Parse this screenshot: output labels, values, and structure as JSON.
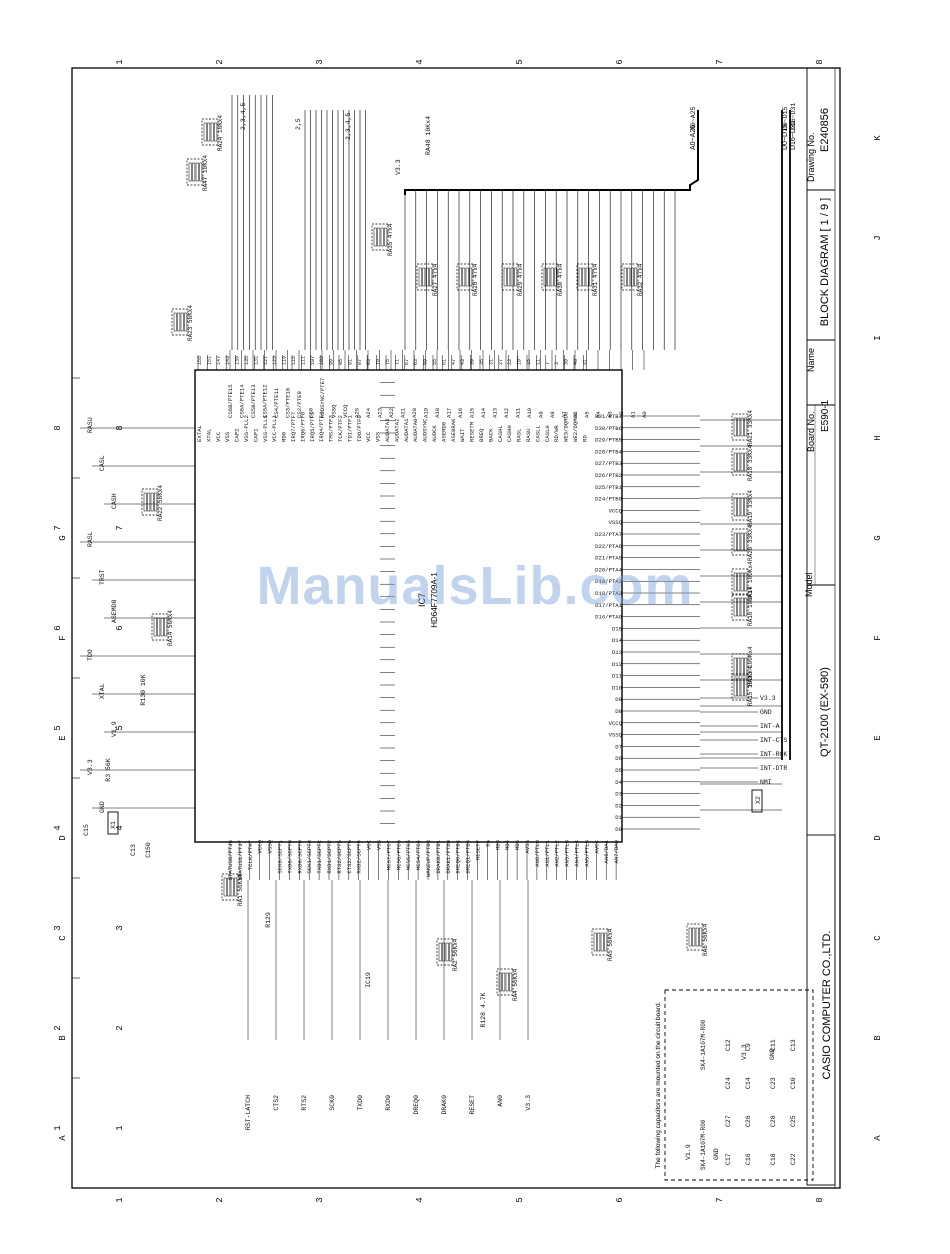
{
  "title_block": {
    "company_label": "CASIO COMPUTER CO.,LTD.",
    "model_label": "Model",
    "model_value": "QT-2100 (EX-590)",
    "board_label": "Board No.",
    "board_value": "E590-1",
    "name_label": "Name",
    "name_value": "BLOCK DIAGRAM [ 1 / 9 ]",
    "drawing_label": "Drawing No.",
    "drawing_value": "E240856"
  },
  "grid": {
    "columns": [
      "1",
      "2",
      "3",
      "4",
      "5",
      "6",
      "7",
      "8"
    ],
    "rows": [
      "A",
      "B",
      "C",
      "D",
      "E",
      "F",
      "G",
      "H",
      "I",
      "J",
      "K"
    ]
  },
  "ic": {
    "ref": "IC7",
    "part": "HD64F7709A-1"
  },
  "note": "The following capacitors are mounted on the circuit board.",
  "watermark": "ManualsLib.com",
  "pins_left": [
    "EXTAL",
    "XTAL",
    "VCC",
    "VSS",
    "CAP2",
    "VSS-PLL2",
    "CAP1",
    "VSS-PLL1",
    "VCC-PLL1",
    "MD0",
    "IRQ7/PTF7",
    "IRQ6/PTF6",
    "IRQ5/PTF5",
    "IRQ4/PTF4",
    "TMS/PTF3",
    "TCK/PTF2",
    "TDI/PTF1",
    "TDO/PTF0",
    "VCC",
    "VSS",
    "AUDATA3",
    "AUDATA2",
    "AUDATA1",
    "AUDATA0",
    "AUDSYNC",
    "AUDCK",
    "ASEMD0",
    "ASEBRAK",
    "WAIT",
    "RESETM",
    "BREQ",
    "BACK",
    "CASHL",
    "CASHH",
    "RASL",
    "RASU",
    "CASLL",
    "CASLH",
    "RD/WR",
    "WE3/DQMUU",
    "WE2/DQMUL",
    "RD"
  ],
  "pins_top": [
    "CS6B/PTE15",
    "CS6A/PTE14",
    "CS5B/PTE13",
    "CS5A/PTE12",
    "CS4/PTE11",
    "CS3/PTE10",
    "CS2/PTE9",
    "CS0",
    "AUDSYNC/PTE7",
    "VSSQ",
    "VCCQ",
    "A25",
    "A24",
    "A23",
    "A22",
    "A21",
    "A20",
    "A19",
    "A18",
    "A17",
    "A16",
    "A15",
    "A14",
    "A13",
    "A12",
    "A11",
    "A10",
    "A9",
    "A8",
    "A7",
    "A6",
    "A5",
    "A4",
    "A3",
    "A2",
    "A1",
    "A0"
  ],
  "pins_right": [
    "D31/PTB7",
    "D30/PTB6",
    "D29/PTB5",
    "D28/PTB4",
    "D27/PTB3",
    "D26/PTB2",
    "D25/PTB1",
    "D24/PTB0",
    "VCCQ",
    "VSSQ",
    "D23/PTA7",
    "D22/PTA6",
    "D21/PTA5",
    "D20/PTA4",
    "D19/PTA3",
    "D18/PTA2",
    "D17/PTA1",
    "D16/PTA0",
    "D15",
    "D14",
    "D13",
    "D12",
    "D11",
    "D10",
    "D9",
    "D8",
    "VCCQ",
    "VSSQ",
    "D7",
    "D6",
    "D5",
    "D4",
    "D3",
    "D2",
    "D1",
    "D0"
  ],
  "pins_bottom": [
    "STATUS0/PTJ6",
    "STATUS1/PTJ7",
    "TCLK/PTH7",
    "VCCQ",
    "VSSQ",
    "SCK0/SCPT1",
    "TXD0/SCPT0",
    "RXD0/SCPT0",
    "SCK1/SCPT3",
    "TXD1/SCPT2",
    "RXD1/SCPT2",
    "RTS2/SCPT5",
    "CTS2/SCPT6",
    "RXD2/SCPT4",
    "VCC",
    "VSS",
    "MCS7/PTC7",
    "MCS6/PTC6",
    "MCS5/PTC5",
    "MCS4/PTC4",
    "WAKEUP/PTD3",
    "DRAK0/PTD1",
    "DRAK1/PTD0",
    "DREQ0/PTD4",
    "DREQ1/PTD6",
    "RESETP",
    "CA",
    "MD3",
    "MD4",
    "MD5",
    "AVSS",
    "AN0/PTL0",
    "AN1/PTL1",
    "AN2/PTL2",
    "AN3/PTL3",
    "AN4/PTL4",
    "AN5/PTL5",
    "AVCC",
    "AN6/DA1",
    "AN7/DA0"
  ],
  "nets_top": [
    "2,3,4,5",
    "2,5",
    "2,3,4,5",
    "A0~A25",
    "D0~D15",
    "D16~D31",
    "V3.3",
    "RA48 10Kx4"
  ],
  "nets_left": [
    "RASU",
    "CASL",
    "CASH",
    "RASL",
    "TRST",
    "ASEMD0",
    "TDO",
    "XTAL",
    "V1.9",
    "V3.3",
    "GND"
  ],
  "nets_bottom": [
    "RST-LATCH",
    "CTS2",
    "RTS2",
    "SCK0",
    "TXD0",
    "RXD0",
    "DREQ0",
    "DRAK0",
    "RESET",
    "AN0",
    "V3.3"
  ],
  "nets_right": [
    "V3.3",
    "GND",
    "INT-A",
    "INT-CTS",
    "INT-RCK",
    "INT-DTR",
    "NMI"
  ],
  "resistor_arrays": [
    "RA1 56Kx4",
    "RA2 56Kx4",
    "RA4 56Kx4",
    "RA5 56Kx4",
    "RA6 56Kx4",
    "RA13 100Kx4",
    "RA14 56Kx4",
    "RA15 100Kx4",
    "RA16 100Kx4",
    "RA17 100Kx4",
    "RA18 33Kx4",
    "RA19 33Kx4",
    "RA20 33Kx4",
    "RA21 33Kx4",
    "RA22 56Kx4",
    "RA23 56Kx4",
    "RA24 10Kx4",
    "RA27 47x4",
    "RA28 47x4",
    "RA29 47x4",
    "RA30 47x4",
    "RA31 47x4",
    "RA32 47x4",
    "RA35 47x4",
    "RA47 10Kx4"
  ],
  "misc_parts": [
    "X1",
    "X2",
    "C13",
    "C15",
    "C150",
    "R3 56K",
    "R129",
    "R130 10K",
    "R128 4.7K",
    "IC19"
  ],
  "cap_grid": [
    [
      "C17",
      "C18",
      "C27",
      "C28",
      "C24",
      "C23",
      "C12",
      "C11"
    ],
    [
      "C16",
      "C22",
      "C26",
      "C25",
      "C14",
      "C10",
      "C9",
      "C13"
    ]
  ],
  "cap_headers": [
    "V1.9",
    "GND",
    "V3.3",
    "GND"
  ],
  "chips_note": [
    "SK4-1A107M-R00",
    "SK4-1A107M-R00"
  ],
  "colors": {
    "ink": "#000000",
    "paper": "#ffffff",
    "watermark": "#78a0d7"
  }
}
